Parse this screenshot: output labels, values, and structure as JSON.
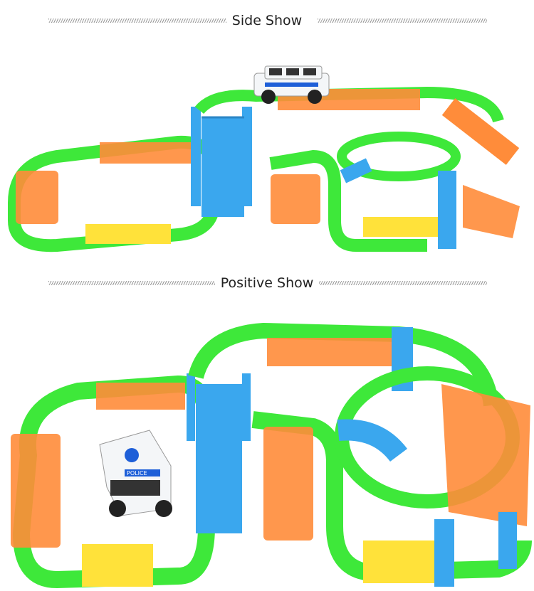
{
  "sections": [
    {
      "title": "Side Show"
    },
    {
      "title": "Positive Show"
    }
  ],
  "car": {
    "label": "POLICE"
  },
  "colors": {
    "track_green": "#3ee83a",
    "track_orange": "#ff8c3a",
    "track_yellow": "#ffe23a",
    "support_blue": "#3aa7ee",
    "car_white": "#f4f6f8",
    "car_blue": "#1e5fd8"
  }
}
